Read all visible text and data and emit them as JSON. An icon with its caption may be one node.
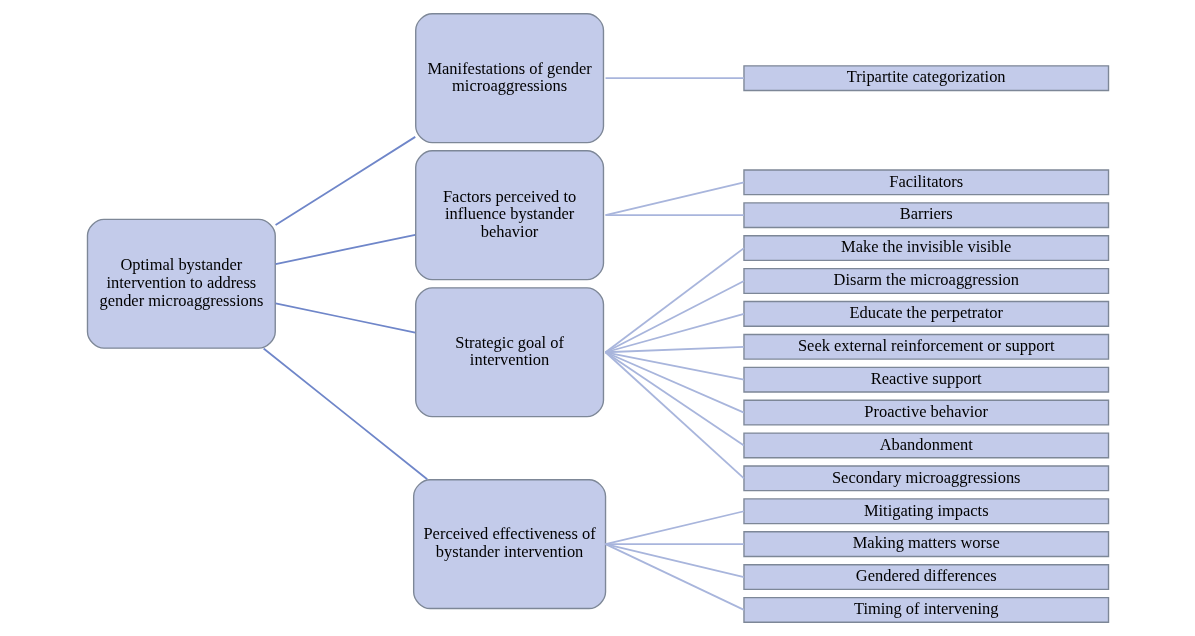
{
  "diagram": {
    "nodes": [
      {
        "text": [
          "Optimal bystander intervention to address gender microaggressions"
        ]
      },
      {
        "text": [
          "Manifestations of gender microaggressions"
        ]
      },
      {
        "text": [
          "Tripartite categorization"
        ]
      },
      {
        "text": [
          "Factors perceived to influence bystander behavior"
        ]
      },
      {
        "text": [
          "Facilitators"
        ]
      },
      {
        "text": [
          "Barriers"
        ]
      },
      {
        "text": [
          "Strategic goal of intervention"
        ]
      },
      {
        "text": [
          "Make the invisible visible"
        ]
      },
      {
        "text": [
          "Disarm the microaggression"
        ]
      },
      {
        "text": [
          "Educate the perpetrator"
        ]
      },
      {
        "text": [
          "Seek external reinforcement or support"
        ]
      },
      {
        "text": [
          "Reactive support"
        ]
      },
      {
        "text": [
          "Proactive behavior"
        ]
      },
      {
        "text": [
          "Abandonment"
        ]
      },
      {
        "text": [
          "Secondary microaggressions"
        ]
      },
      {
        "text": [
          "Perceived effectiveness of bystander intervention"
        ]
      },
      {
        "text": [
          "Mitigating impacts"
        ]
      },
      {
        "text": [
          "Making matters worse"
        ]
      },
      {
        "text": [
          "Gendered differences"
        ]
      },
      {
        "text": [
          "Timing of intervening"
        ]
      }
    ],
    "edges": [
      {
        "from": 0,
        "to": 1,
        "arrow": "none",
        "color": "#6f86c9"
      },
      {
        "from": 0,
        "to": 3,
        "arrow": "none",
        "color": "#6f86c9"
      },
      {
        "from": 0,
        "to": 6,
        "arrow": "none",
        "color": "#6f86c9"
      },
      {
        "from": 0,
        "to": 15,
        "arrow": "none",
        "color": "#6f86c9"
      },
      {
        "from": 1,
        "to": 2,
        "arrow": "none"
      },
      {
        "from": 3,
        "to": 4,
        "arrow": "none"
      },
      {
        "from": 3,
        "to": 5,
        "arrow": "none"
      },
      {
        "from": 6,
        "to": 7,
        "arrow": "none"
      },
      {
        "from": 6,
        "to": 8,
        "arrow": "none"
      },
      {
        "from": 6,
        "to": 9,
        "arrow": "none"
      },
      {
        "from": 6,
        "to": 10,
        "arrow": "none"
      },
      {
        "from": 6,
        "to": 11,
        "arrow": "none"
      },
      {
        "from": 6,
        "to": 12,
        "arrow": "none"
      },
      {
        "from": 6,
        "to": 13,
        "arrow": "none"
      },
      {
        "from": 6,
        "to": 14,
        "arrow": "none"
      },
      {
        "from": 15,
        "to": 16,
        "arrow": "none"
      },
      {
        "from": 15,
        "to": 17,
        "arrow": "none"
      },
      {
        "from": 15,
        "to": 18,
        "arrow": "none"
      },
      {
        "from": 15,
        "to": 19,
        "arrow": "none"
      }
    ]
  }
}
